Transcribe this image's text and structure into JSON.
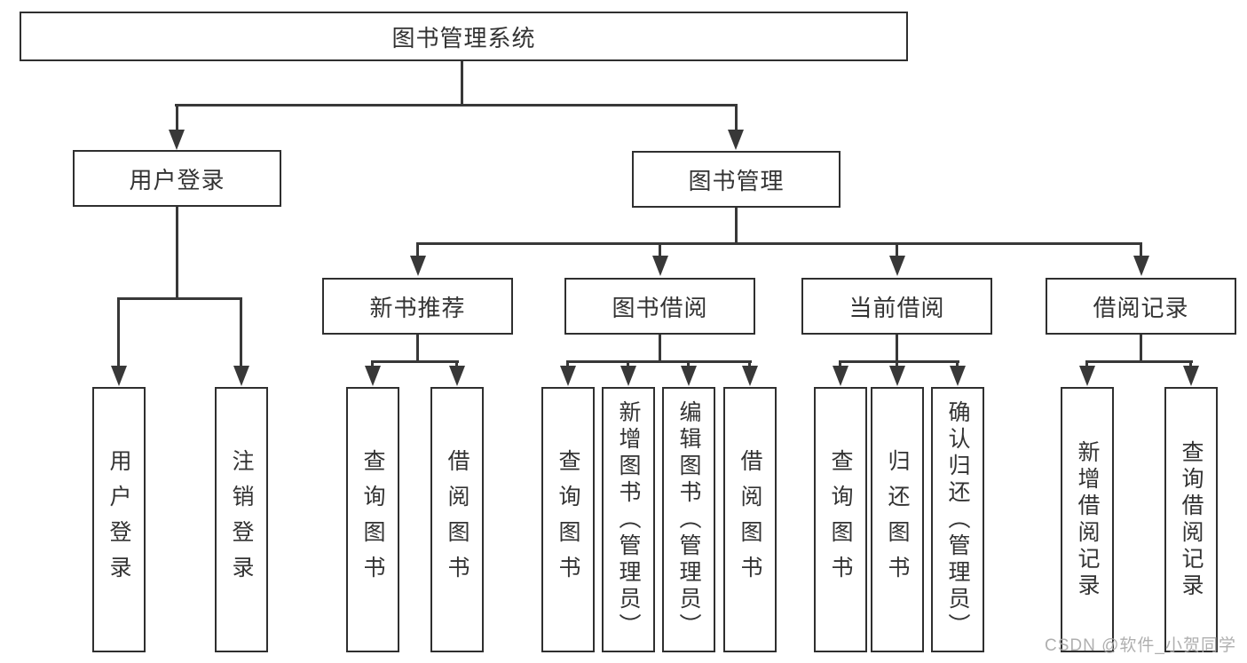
{
  "diagram": {
    "root": {
      "label": "图书管理系统"
    },
    "level2": {
      "user_login": {
        "label": "用户登录"
      },
      "book_management": {
        "label": "图书管理"
      }
    },
    "level3": {
      "new_book": {
        "label": "新书推荐"
      },
      "book_borrow": {
        "label": "图书借阅"
      },
      "current_borrow": {
        "label": "当前借阅"
      },
      "borrow_record": {
        "label": "借阅记录"
      }
    },
    "leaves": {
      "user_login": [
        "用户登录",
        "注销登录"
      ],
      "new_book": [
        "查询图书",
        "借阅图书"
      ],
      "book_borrow": [
        "查询图书",
        "新增图书（管理员）",
        "编辑图书（管理员）",
        "借阅图书"
      ],
      "current_borrow": [
        "查询图书",
        "归还图书",
        "确认归还（管理员）"
      ],
      "borrow_record": [
        "新增借阅记录",
        "查询借阅记录"
      ]
    }
  },
  "watermark": {
    "label": "CSDN @软件_小贺同学"
  },
  "colors": {
    "line": "#383838",
    "box_border": "#2f2f2f",
    "text": "#333333",
    "watermark": "#a9a9a9",
    "background": "#ffffff"
  }
}
